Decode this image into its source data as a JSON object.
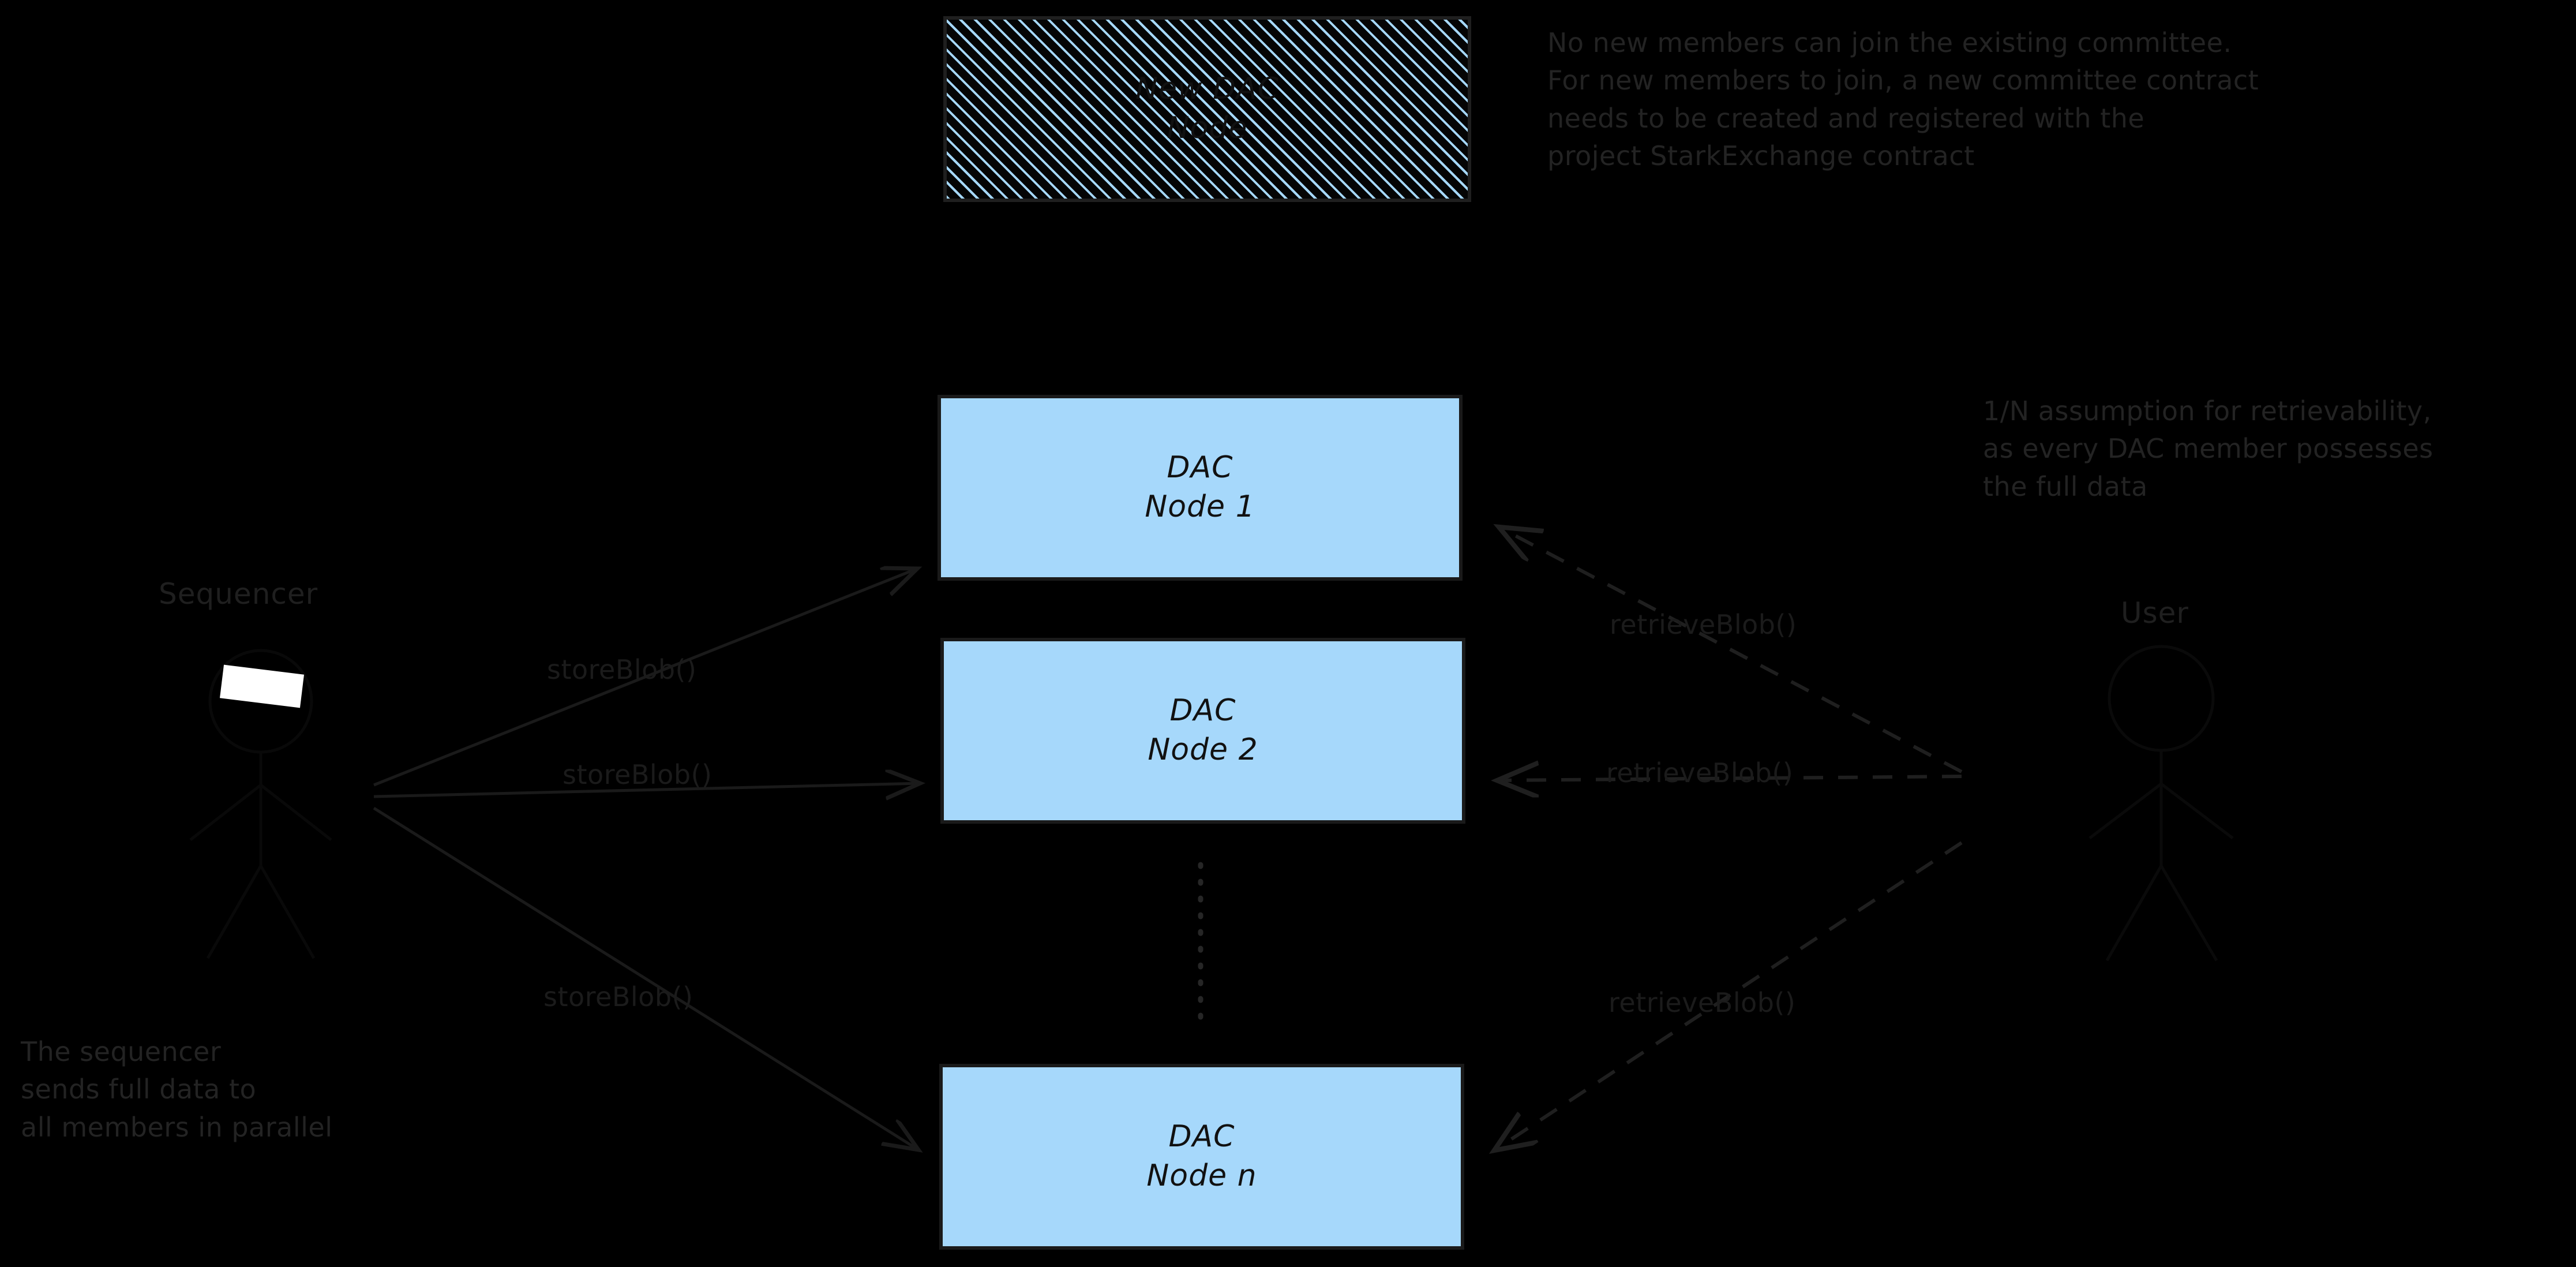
{
  "diagram": {
    "background_color": "#000000",
    "node_fill_color": "#A6D8FB",
    "stroke_color": "#1A1A1A",
    "annotation_color": "#232323"
  },
  "actors": [
    {
      "id": "sequencer",
      "label": "Sequencer",
      "icon": "user-stick-figure-icon"
    },
    {
      "id": "user",
      "label": "User",
      "icon": "user-stick-figure-icon"
    }
  ],
  "nodes": [
    {
      "id": "dac-node-1",
      "line1": "DAC",
      "line2": "Node 1",
      "style": "solid"
    },
    {
      "id": "dac-node-2",
      "line1": "DAC",
      "line2": "Node 2",
      "style": "solid"
    },
    {
      "id": "dac-node-n",
      "line1": "DAC",
      "line2": "Node n",
      "style": "solid"
    },
    {
      "id": "new-dac-node",
      "line1": "New DAC",
      "line2": "Node",
      "style": "hatched"
    }
  ],
  "edges": [
    {
      "id": "store-1",
      "label": "storeBlob()",
      "style": "solid",
      "from": "sequencer",
      "to": "dac-node-1"
    },
    {
      "id": "store-2",
      "label": "storeBlob()",
      "style": "solid",
      "from": "sequencer",
      "to": "dac-node-2"
    },
    {
      "id": "store-n",
      "label": "storeBlob()",
      "style": "solid",
      "from": "sequencer",
      "to": "dac-node-n"
    },
    {
      "id": "retrieve-1",
      "label": "retrieveBlob()",
      "style": "dashed",
      "from": "user",
      "to": "dac-node-1"
    },
    {
      "id": "retrieve-2",
      "label": "retrieveBlob()",
      "style": "dashed",
      "from": "user",
      "to": "dac-node-2"
    },
    {
      "id": "retrieve-n",
      "label": "retrieveBlob()",
      "style": "dashed",
      "from": "user",
      "to": "dac-node-n"
    }
  ],
  "annotations": [
    {
      "id": "committee-note",
      "text": "No new members can join the existing committee.\nFor new members to join, a new committee contract\nneeds to be created and registered with the\nproject StarkExchange contract"
    },
    {
      "id": "retrievability-note",
      "text": "1/N assumption for retrievability,\nas every DAC member possesses\nthe full data"
    },
    {
      "id": "sequencer-note",
      "text": "The sequencer\nsends full data to\nall members in parallel"
    }
  ]
}
